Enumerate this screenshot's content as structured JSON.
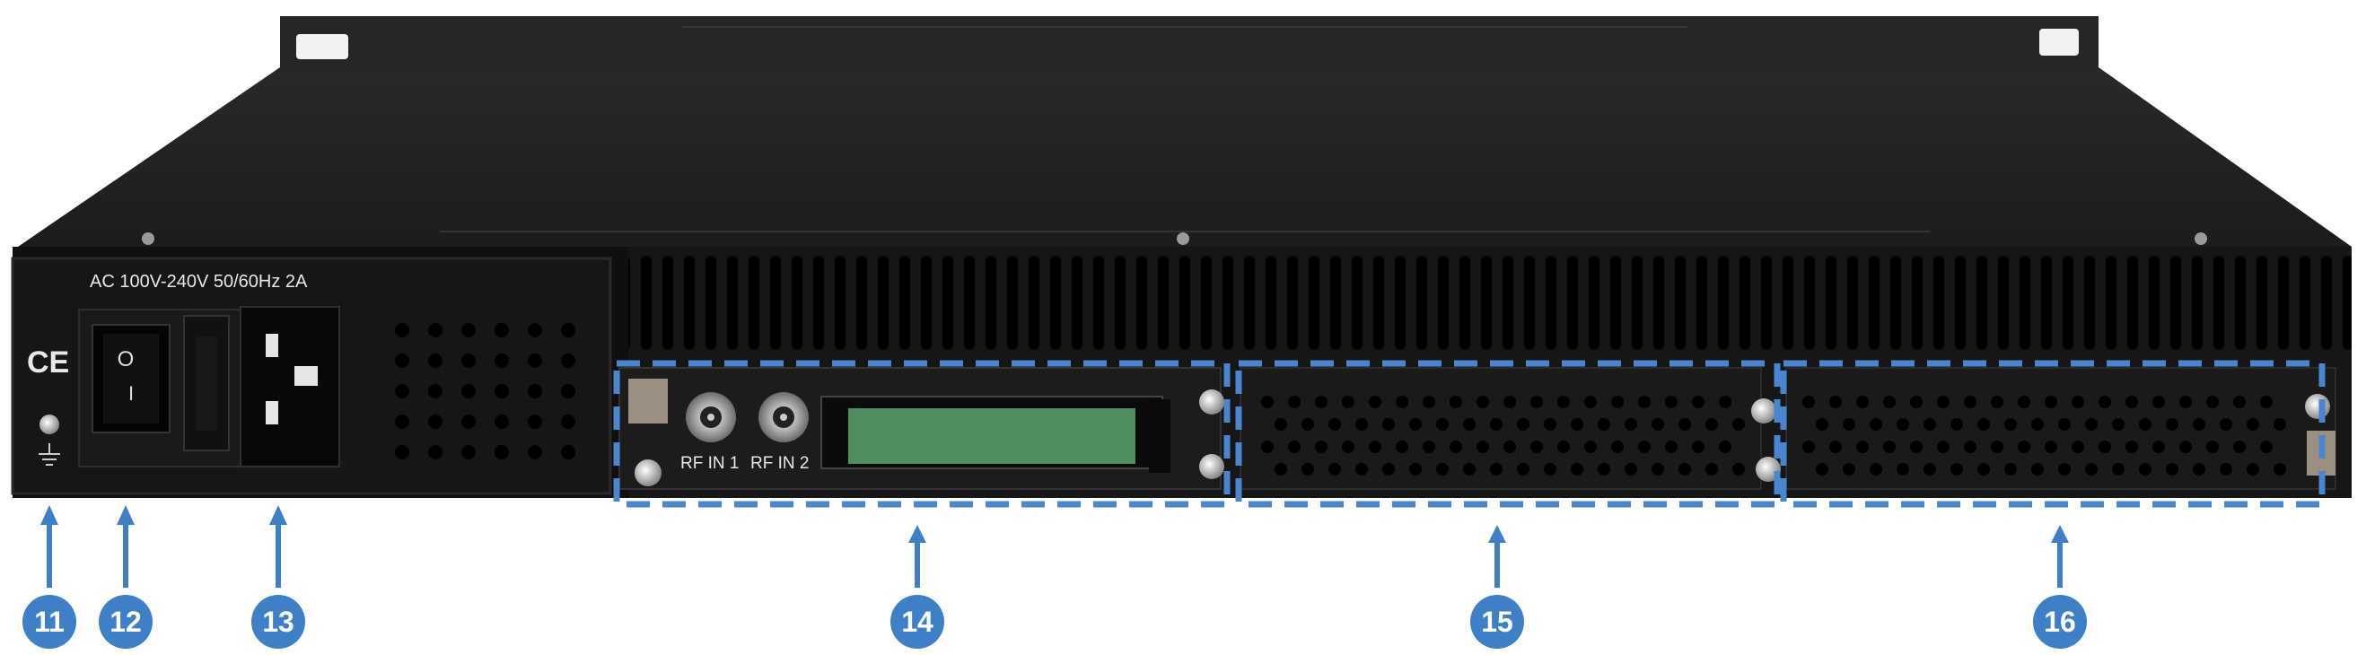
{
  "panel": {
    "power_rating": "AC 100V-240V 50/60Hz 2A",
    "ce_mark": "CE",
    "switch_on": "I",
    "switch_off": "O",
    "rf_in_1": "RF IN 1",
    "rf_in_2": "RF IN 2"
  },
  "callouts": [
    {
      "number": "11",
      "target": "ground-terminal"
    },
    {
      "number": "12",
      "target": "power-switch"
    },
    {
      "number": "13",
      "target": "power-socket"
    },
    {
      "number": "14",
      "target": "slot-1-tuner-module"
    },
    {
      "number": "15",
      "target": "slot-2-blank"
    },
    {
      "number": "16",
      "target": "slot-3-blank"
    }
  ],
  "colors": {
    "callout": "#3f7fc8",
    "chassis_top": "#2a2a2a",
    "rear_panel": "#111111",
    "dashed_box": "#4a86cf"
  }
}
